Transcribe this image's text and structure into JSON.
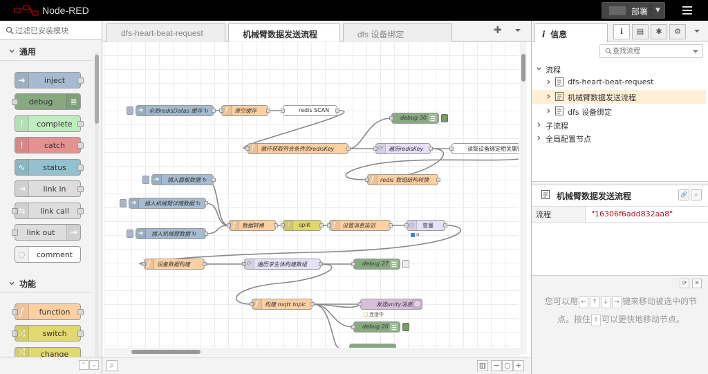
{
  "header": {
    "title": "Node-RED",
    "deploy_label": "部署"
  },
  "palette": {
    "search_placeholder": "过滤已安装模块",
    "categories": [
      {
        "label": "通用",
        "nodes": [
          "inject",
          "debug",
          "complete",
          "catch",
          "status",
          "link in",
          "link call",
          "link out",
          "comment"
        ]
      },
      {
        "label": "功能",
        "nodes": [
          "function",
          "switch",
          "change"
        ]
      }
    ]
  },
  "workspace": {
    "tabs": [
      {
        "label": "dfs-heart-beat-request"
      },
      {
        "label": "机械臂数据发送流程"
      },
      {
        "label": "dfs 设备绑定"
      }
    ],
    "nodes": {
      "n1": "全局redisDatas 缓存 ↻",
      "n2": "清空缓存",
      "n3": "redis SCAN",
      "n4": "debug 30",
      "n5": "循环获取符合条件的redisKey",
      "n6": "遍历redisKey",
      "n7": "读取设备绑定相关属性",
      "n8": "redis 数组结构转换",
      "n9": "插入面板数据 ↻",
      "n10": "插入机械臂详情数据 ↻",
      "n11": "插入机械臂数据 ↻",
      "n12": "数据转换",
      "n13": "split",
      "n14": "设置消息延迟",
      "n15": "变量",
      "n16": "设备数据构建",
      "n17": "遍历孪生体构建数组",
      "n18": "debug 27",
      "n19": "构建 mqtt topic",
      "n20": "发送unity消息",
      "n21": "debug 20"
    },
    "status": {
      "s15": "0",
      "s20": "连接中"
    }
  },
  "sidebar": {
    "tab_label": "信息",
    "search_placeholder": "查找流程",
    "tree": {
      "flows_label": "流程",
      "flows": [
        "dfs-heart-beat-request",
        "机械臂数据发送流程",
        "dfs 设备绑定"
      ],
      "subflows_label": "子流程",
      "global_label": "全局配置节点"
    },
    "selected": {
      "title": "机械臂数据发送流程",
      "prop_key": "流程",
      "prop_value": "\"16306f6add832aa8\""
    },
    "help": {
      "t1": "您可以用",
      "t2": "键来移动被选中的节点。按住",
      "t3": "可以更快地移动节点。"
    }
  },
  "colors": {
    "inject": "#a6bbcf",
    "debug": "#87a980",
    "complete": "#c0edc0",
    "catch": "#e49191",
    "status": "#94c1d0",
    "link": "#dddddd",
    "comment": "#ffffff",
    "function": "#fdd0a2",
    "switch": "#e2d96e",
    "change": "#e2d96e",
    "split": "#e2d96e",
    "delay": "#e6e0f8",
    "selected_row": "#ffefd5",
    "prop_value": "#AD1625"
  }
}
